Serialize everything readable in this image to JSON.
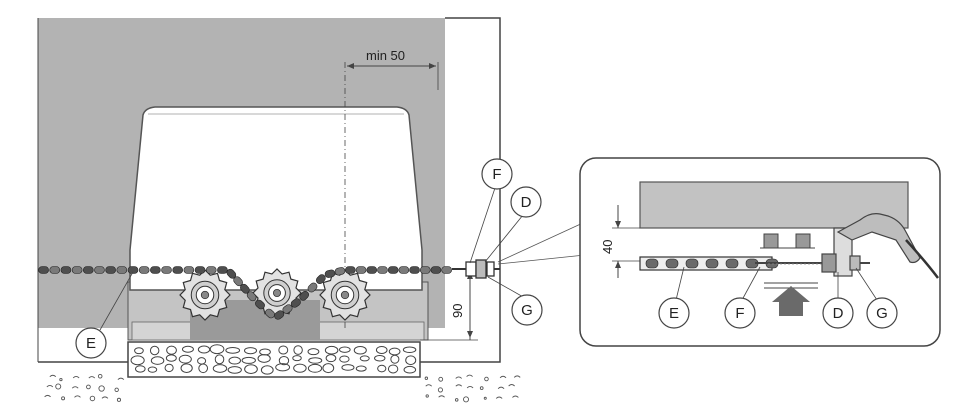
{
  "dimensions": {
    "min_clearance": "min 50",
    "height": "90",
    "detail_offset": "40"
  },
  "labels": {
    "E": "E",
    "F": "F",
    "D": "D",
    "G": "G"
  },
  "detail_labels": {
    "E": "E",
    "F": "F",
    "D": "D",
    "G": "G"
  },
  "colors": {
    "wall": "#b3b3b3",
    "motor_body": "#ffffff",
    "base_plate": "#c4c4c4",
    "chain": "#5a5a5a",
    "outline": "#333333",
    "arrow": "#666666"
  }
}
